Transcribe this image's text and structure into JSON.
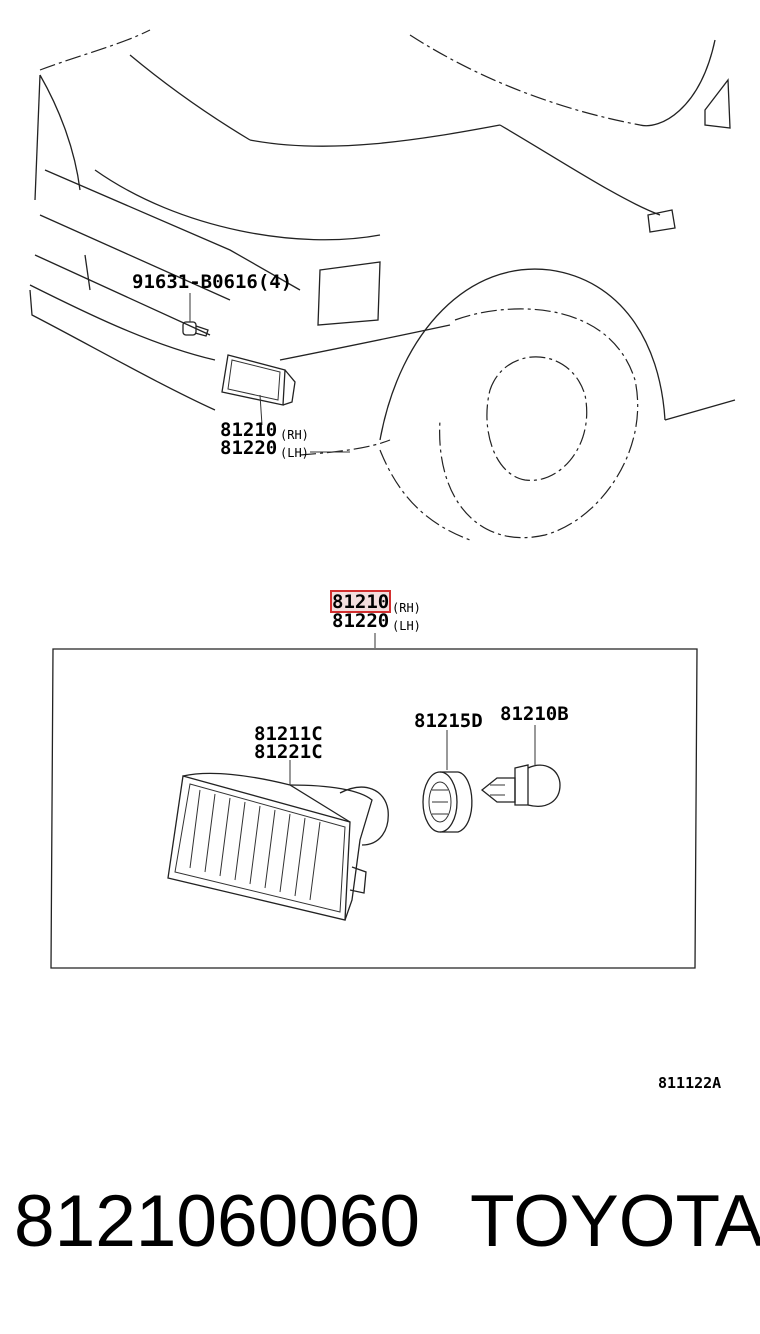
{
  "car_view": {
    "bolt_part": "91631-B0616(4)",
    "lamp_rh_number": "81210",
    "lamp_rh_side": "(RH)",
    "lamp_lh_number": "81220",
    "lamp_lh_side": "(LH)"
  },
  "assembly": {
    "header_rh_number": "81210",
    "header_rh_side": "(RH)",
    "header_lh_number": "81220",
    "header_lh_side": "(LH)",
    "lens_part_1": "81211C",
    "lens_part_2": "81221C",
    "socket_part": "81215D",
    "bulb_part": "81210B"
  },
  "diagram_code": "811122A",
  "footer": {
    "part_number": "8121060060",
    "brand": "TOYOTA"
  },
  "colors": {
    "highlight_border": "#d32f2f",
    "highlight_fill": "#f3dede",
    "ink": "#000000"
  }
}
